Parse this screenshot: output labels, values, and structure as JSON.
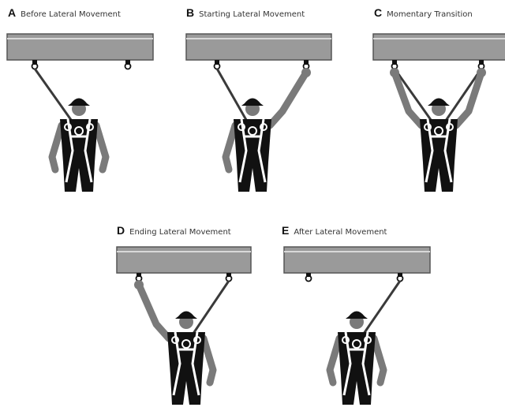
{
  "panels": [
    {
      "letter": "A",
      "caption": "Before Lateral Movement"
    },
    {
      "letter": "B",
      "caption": "Starting Lateral Movement"
    },
    {
      "letter": "C",
      "caption": "Momentary Transition"
    },
    {
      "letter": "D",
      "caption": "Ending Lateral Movement"
    },
    {
      "letter": "E",
      "caption": "After Lateral Movement"
    }
  ],
  "colors": {
    "beam": "#9a9a9a",
    "beam_edge": "#555555",
    "body": "#111111",
    "skin": "#7a7a7a",
    "harness": "#ffffff",
    "lanyard": "#3a3a3a"
  }
}
